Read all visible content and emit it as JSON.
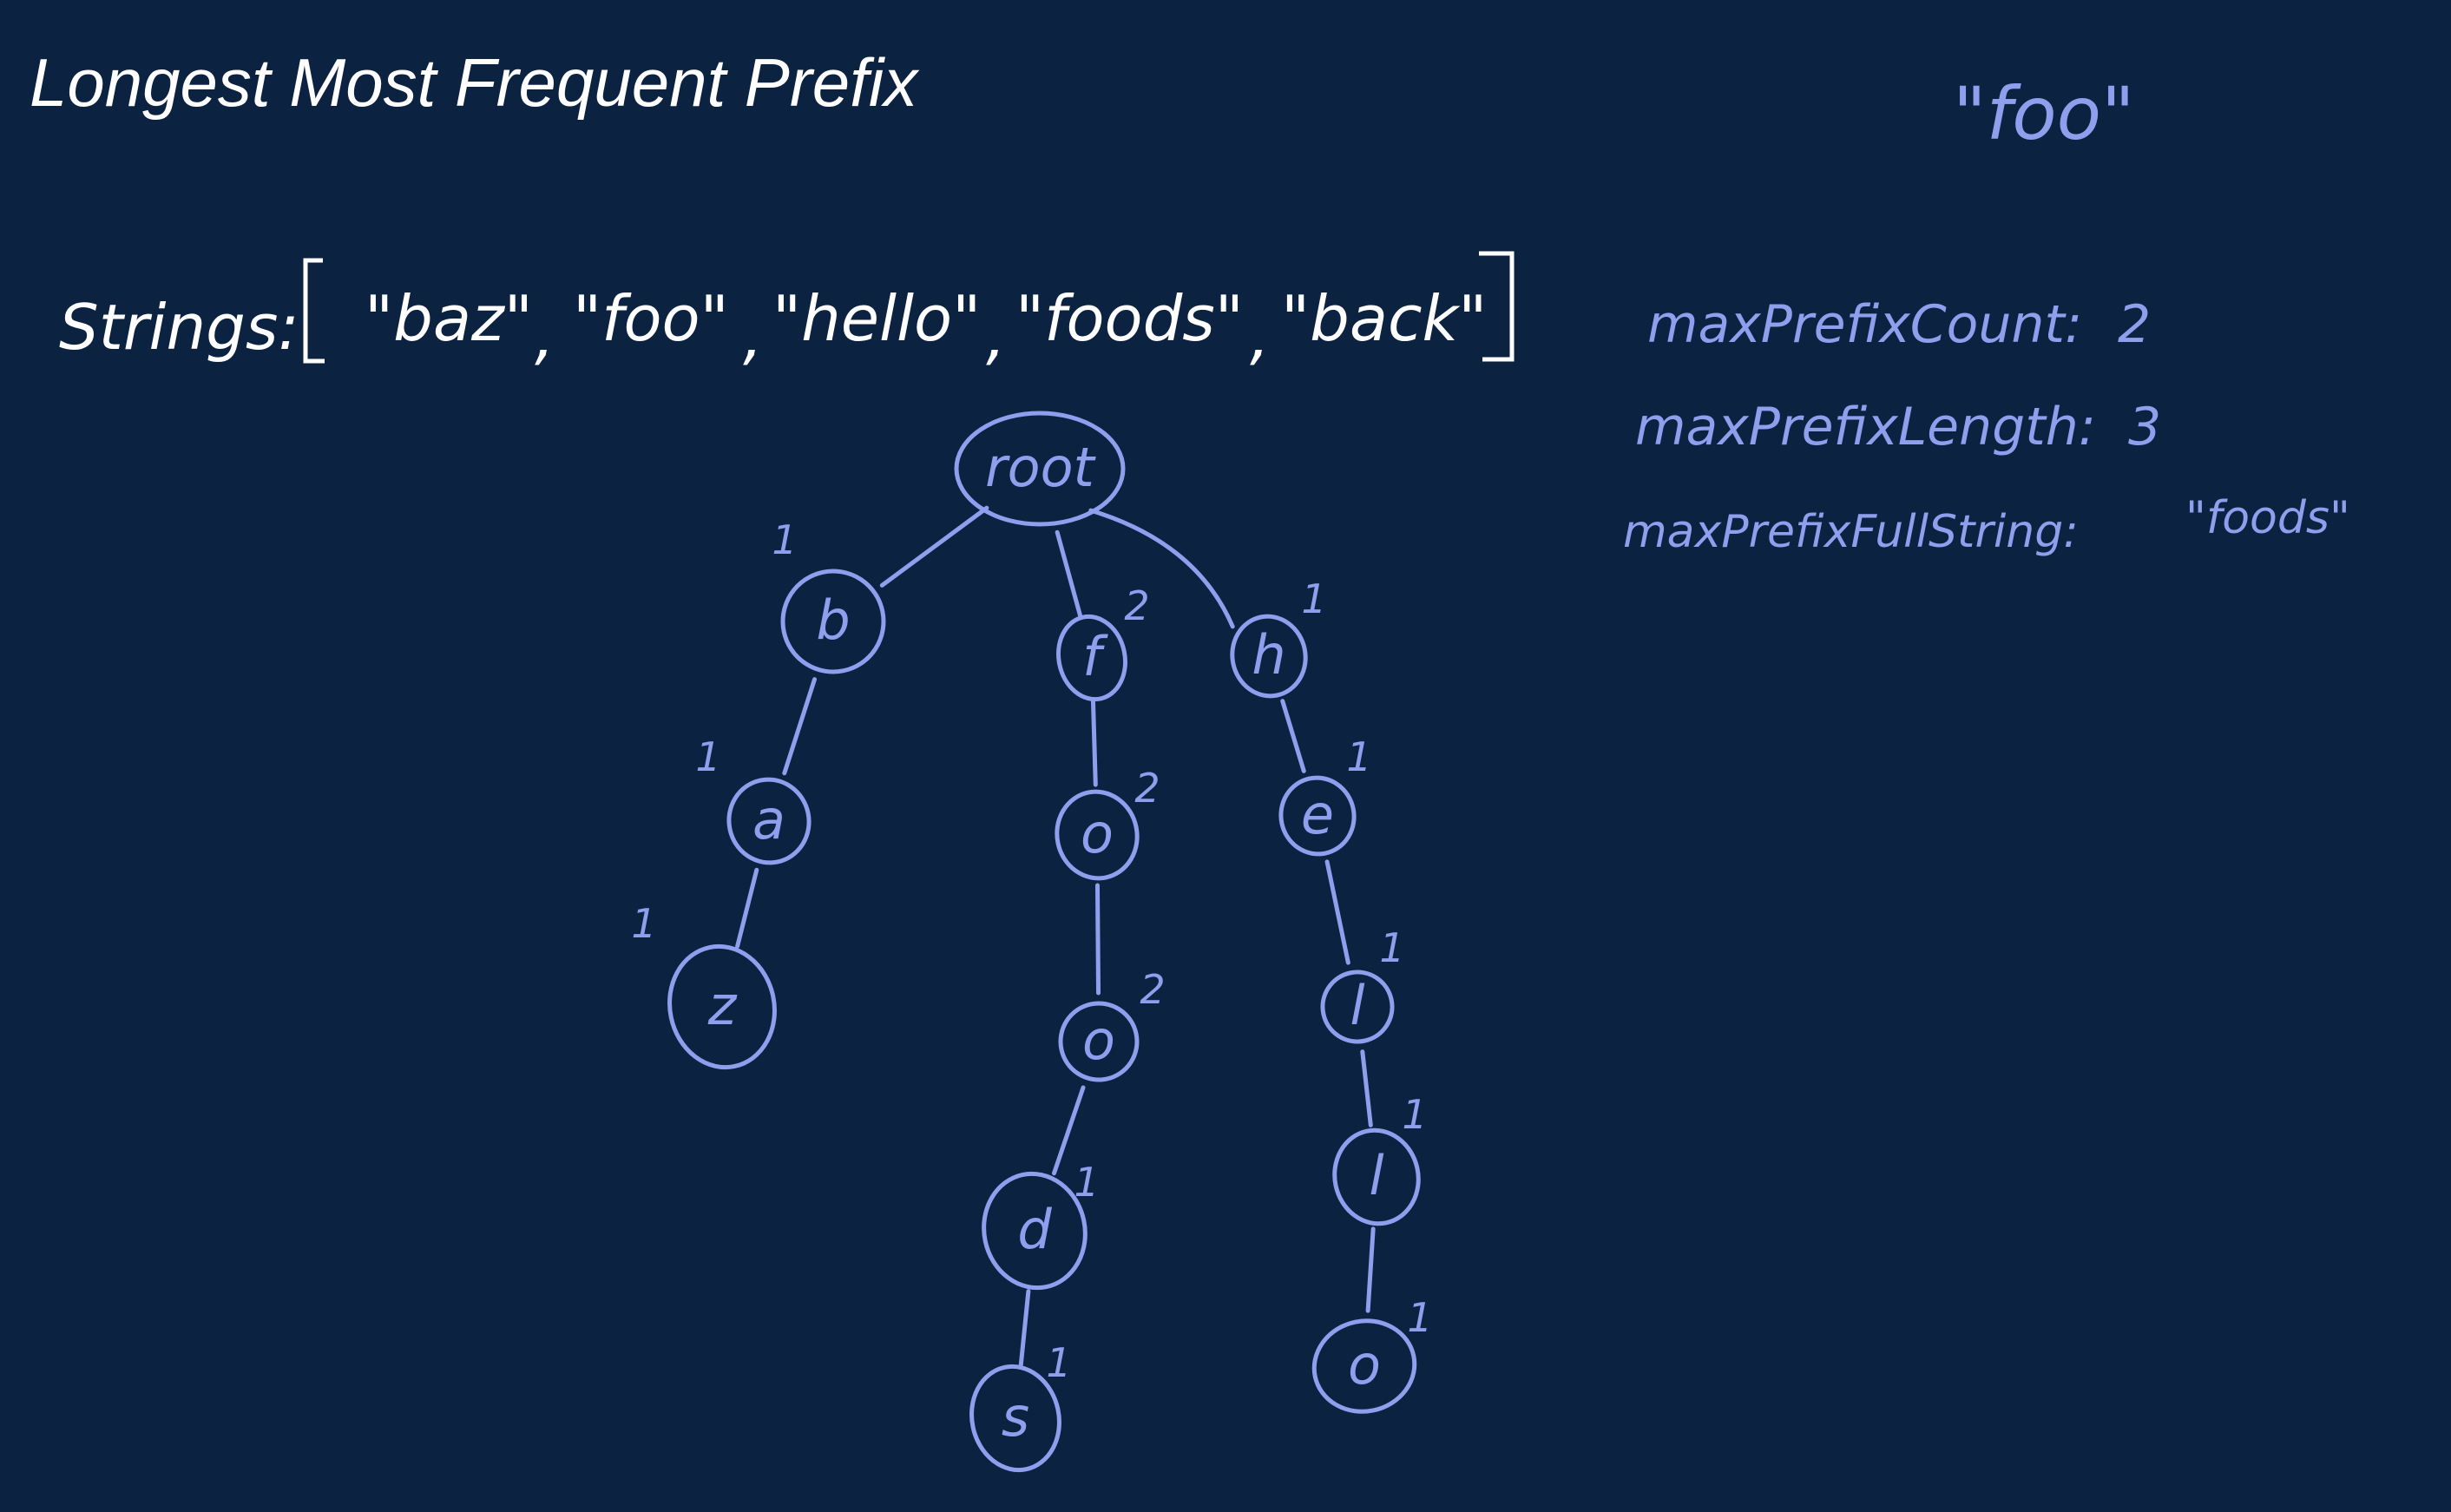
{
  "title": "Longest Most Frequent Prefix",
  "strings_label": "Strings:",
  "strings": [
    "\"baz\"",
    "\"foo\"",
    "\"hello\"",
    "\"foods\"",
    "\"back\""
  ],
  "result_word": "\"foo\"",
  "stats": {
    "count_label": "maxPrefixCount:",
    "count_value": "2",
    "length_label": "maxPrefixLength:",
    "length_value": "3",
    "full_label": "maxPrefixFullString:",
    "full_value": "\"foods\""
  },
  "trie": {
    "root_label": "root",
    "nodes": [
      {
        "id": "b",
        "label": "b",
        "count": "1",
        "parent": "root"
      },
      {
        "id": "a",
        "label": "a",
        "count": "1",
        "parent": "b"
      },
      {
        "id": "z",
        "label": "z",
        "count": "1",
        "parent": "a"
      },
      {
        "id": "f",
        "label": "f",
        "count": "2",
        "parent": "root"
      },
      {
        "id": "o1",
        "label": "o",
        "count": "2",
        "parent": "f"
      },
      {
        "id": "o2",
        "label": "o",
        "count": "2",
        "parent": "o1"
      },
      {
        "id": "d",
        "label": "d",
        "count": "1",
        "parent": "o2"
      },
      {
        "id": "s",
        "label": "s",
        "count": "1",
        "parent": "d"
      },
      {
        "id": "h",
        "label": "h",
        "count": "1",
        "parent": "root"
      },
      {
        "id": "e",
        "label": "e",
        "count": "1",
        "parent": "h"
      },
      {
        "id": "l1",
        "label": "l",
        "count": "1",
        "parent": "e"
      },
      {
        "id": "l2",
        "label": "l",
        "count": "1",
        "parent": "l1"
      },
      {
        "id": "o3",
        "label": "o",
        "count": "1",
        "parent": "l2"
      }
    ]
  },
  "colors": {
    "background": "#0b2240",
    "ink_white": "#ffffff",
    "ink_blue": "#8f9fee"
  }
}
